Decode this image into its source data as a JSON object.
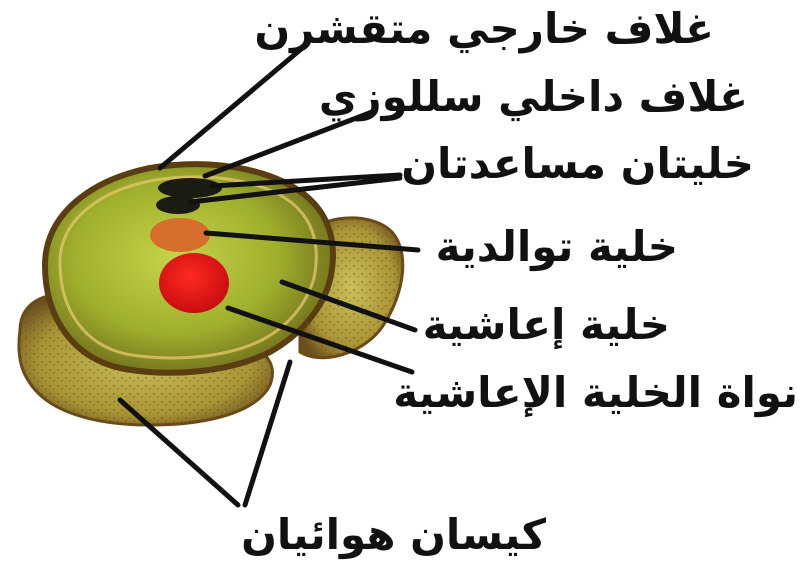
{
  "labels": {
    "outer_coat": "غلاف خارجي متقشرن",
    "inner_coat": "غلاف داخلي سللوزي",
    "helper_cells": "خليتان مساعدتان",
    "generative_cell": "خلية توالدية",
    "vegetative_cell": "خلية إعاشية",
    "vegetative_nucleus": "نواة الخلية الإعاشية",
    "air_sacs": "كيسان هوائيان"
  },
  "colors": {
    "label_text": "#111111",
    "leader_line": "#111111",
    "grain_body": "#9fae2c",
    "grain_edge": "#6b4a1a",
    "air_sac": "#b7a53e",
    "nucleus": "#e4161a",
    "generative_cell": "#d9642a",
    "helper_cells": "#1b1b12"
  }
}
